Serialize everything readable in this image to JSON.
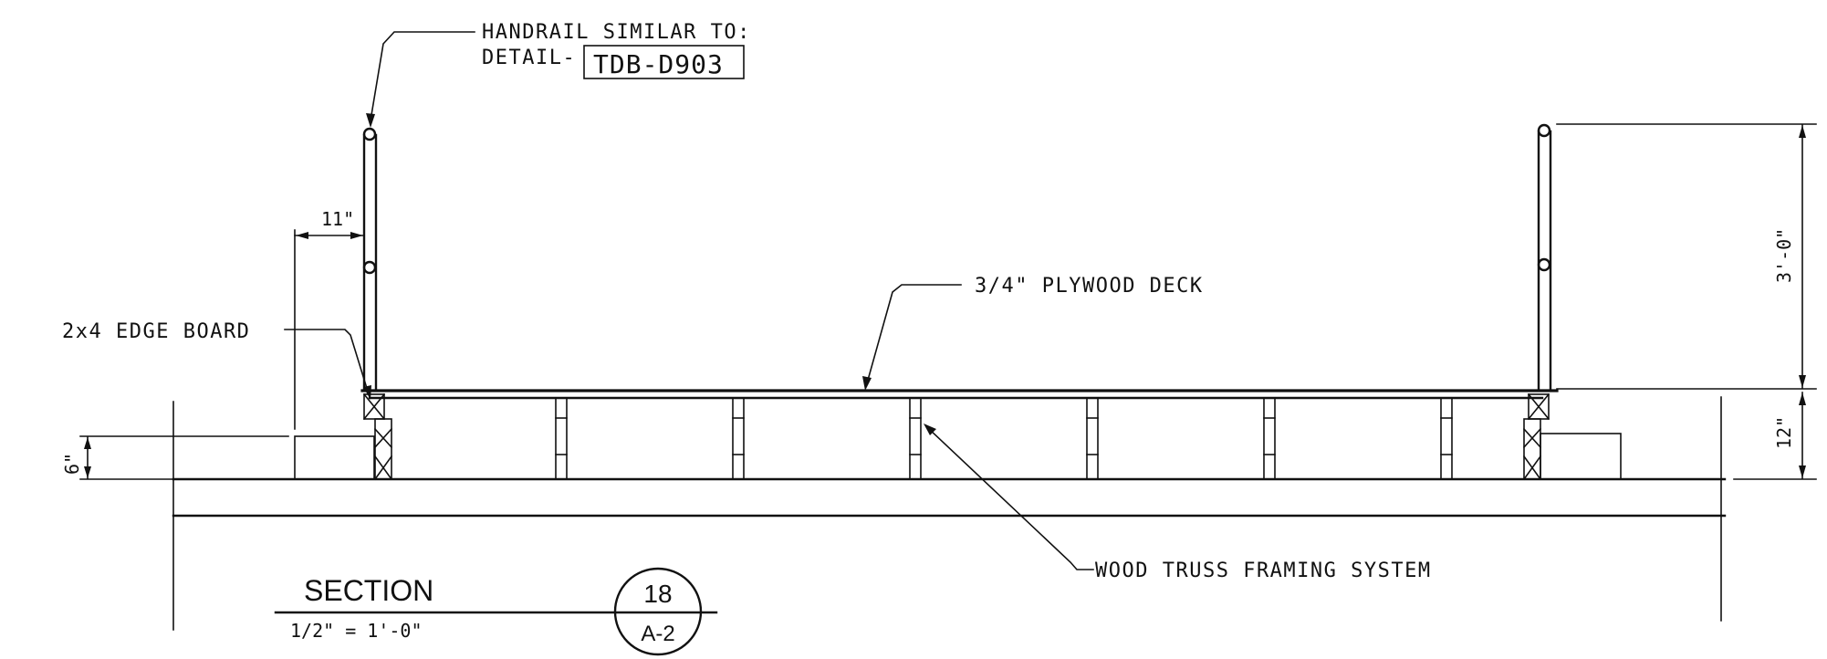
{
  "labels": {
    "handrail_line1": "HANDRAIL SIMILAR TO:",
    "handrail_line2": "DETAIL-",
    "detail_ref": "TDB-D903",
    "plywood": "3/4\" PLYWOOD DECK",
    "edge_board": "2x4 EDGE BOARD",
    "truss": "WOOD TRUSS FRAMING SYSTEM"
  },
  "dimensions": {
    "rail_offset": "11\"",
    "curb_height": "6\"",
    "rail_height": "3'-0\"",
    "deck_height": "12\""
  },
  "title_block": {
    "title": "SECTION",
    "scale": "1/2\" = 1'-0\"",
    "detail_number": "18",
    "sheet": "A-2"
  }
}
